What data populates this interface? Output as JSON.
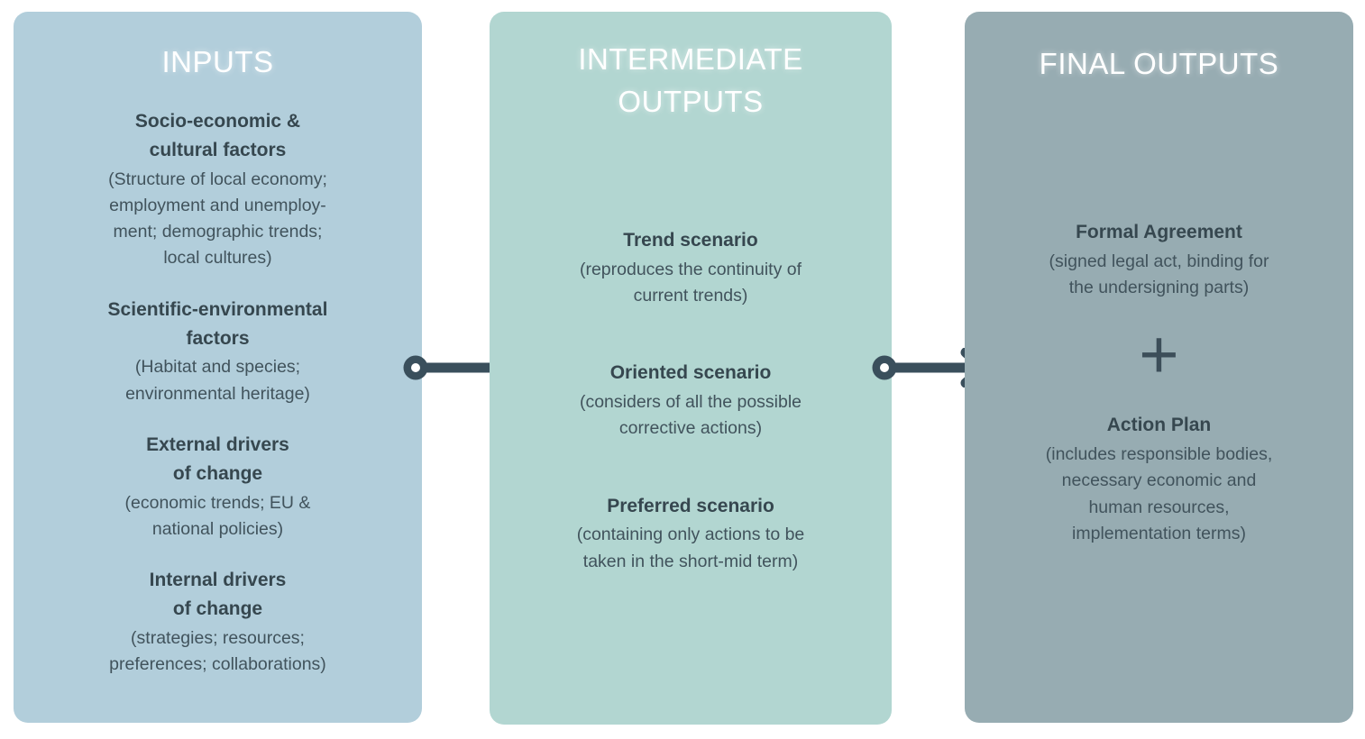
{
  "diagram": {
    "title": "Process flow: Inputs to Intermediate Outputs to Final Outputs",
    "colors": {
      "column_1_bg": "#b2cedb",
      "column_2_bg": "#b2d6d1",
      "column_3_bg": "#97acb2",
      "text": "#3c4e59",
      "heading_text": "#36474f",
      "title_text": "#ffffff",
      "arrow": "#3a4f5c",
      "page_bg": "#ffffff"
    }
  },
  "columns": [
    {
      "id": "inputs",
      "title": "INPUTS",
      "blocks": [
        {
          "heading": "Socio-economic &\ncultural factors",
          "detail": "(Structure of local economy;\nemployment and unemploy-\nment; demographic trends;\nlocal cultures)"
        },
        {
          "heading": "Scientific-environmental\nfactors",
          "detail": "(Habitat and species;\nenvironmental heritage)"
        },
        {
          "heading": "External drivers\nof change",
          "detail": "(economic trends; EU &\nnational policies)"
        },
        {
          "heading": "Internal drivers\nof change",
          "detail": "(strategies; resources;\npreferences; collaborations)"
        }
      ]
    },
    {
      "id": "intermediate",
      "title": "INTERMEDIATE\nOUTPUTS",
      "blocks": [
        {
          "heading": "Trend scenario",
          "detail": "(reproduces the continuity of\ncurrent trends)"
        },
        {
          "heading": "Oriented scenario",
          "detail": "(considers of all the possible\ncorrective actions)"
        },
        {
          "heading": "Preferred scenario",
          "detail": "(containing only actions to be\ntaken in the short-mid term)"
        }
      ]
    },
    {
      "id": "final",
      "title": "FINAL OUTPUTS",
      "blocks": [
        {
          "heading": "Formal Agreement",
          "detail": "(signed legal act, binding for\nthe undersigning parts)"
        },
        {
          "heading": "Action Plan",
          "detail": "(includes responsible bodies,\nnecessary economic and\nhuman resources,\nimplementation terms)"
        }
      ],
      "plus_symbol": "+"
    }
  ],
  "connectors": [
    {
      "id": "arrow-inputs-to-intermediate",
      "from": "inputs",
      "to": "intermediate",
      "style": "circle-tail-arrow"
    },
    {
      "id": "arrow-intermediate-to-final",
      "from": "intermediate",
      "to": "final",
      "style": "circle-tail-arrow"
    }
  ]
}
